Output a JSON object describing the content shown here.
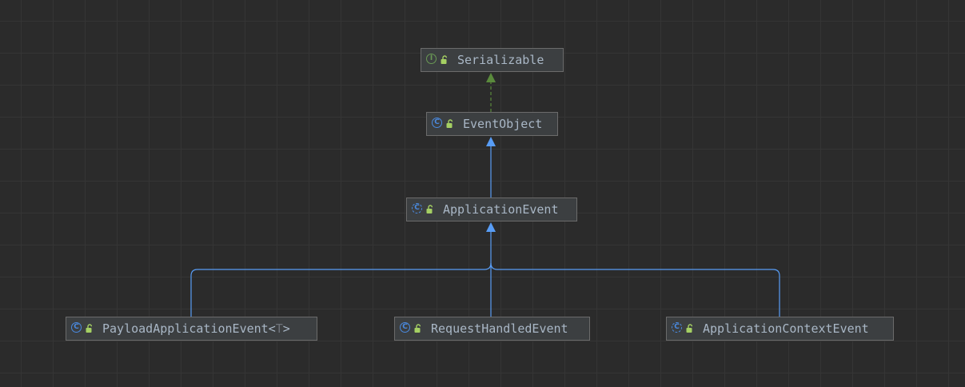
{
  "diagram": {
    "nodes": {
      "serializable": {
        "kind": "interface",
        "kind_glyph": "I",
        "icon": "interface-icon",
        "name": "Serializable"
      },
      "event_object": {
        "kind": "class",
        "kind_glyph": "C",
        "icon": "class-icon",
        "name": "EventObject"
      },
      "application_event": {
        "kind": "class",
        "kind_glyph": "C",
        "icon": "abstract-class-icon",
        "name": "ApplicationEvent"
      },
      "payload_application_event": {
        "kind": "class",
        "kind_glyph": "C",
        "icon": "class-icon",
        "name_prefix": "PayloadApplicationEvent<",
        "type_param": "T",
        "name_suffix": ">"
      },
      "request_handled_event": {
        "kind": "class",
        "kind_glyph": "C",
        "icon": "class-icon",
        "name": "RequestHandledEvent"
      },
      "application_context_event": {
        "kind": "class",
        "kind_glyph": "C",
        "icon": "abstract-class-icon",
        "name": "ApplicationContextEvent"
      }
    },
    "edges": [
      {
        "from": "EventObject",
        "to": "Serializable",
        "relation": "implements",
        "style": "dashed"
      },
      {
        "from": "ApplicationEvent",
        "to": "EventObject",
        "relation": "extends",
        "style": "solid"
      },
      {
        "from": "PayloadApplicationEvent",
        "to": "ApplicationEvent",
        "relation": "extends",
        "style": "solid"
      },
      {
        "from": "RequestHandledEvent",
        "to": "ApplicationEvent",
        "relation": "extends",
        "style": "solid"
      },
      {
        "from": "ApplicationContextEvent",
        "to": "ApplicationEvent",
        "relation": "extends",
        "style": "solid"
      }
    ],
    "colors": {
      "background": "#2b2b2b",
      "grid": "#353535",
      "node_fill": "#3c3f41",
      "node_border": "#6b6b6b",
      "node_text": "#a9b7c6",
      "type_param_text": "#6f737a",
      "extends_edge": "#589df6",
      "implements_edge": "#5a8a3c",
      "class_icon": "#4a8ae0",
      "interface_icon": "#6a9955",
      "public_lock": "#a5d063"
    }
  }
}
